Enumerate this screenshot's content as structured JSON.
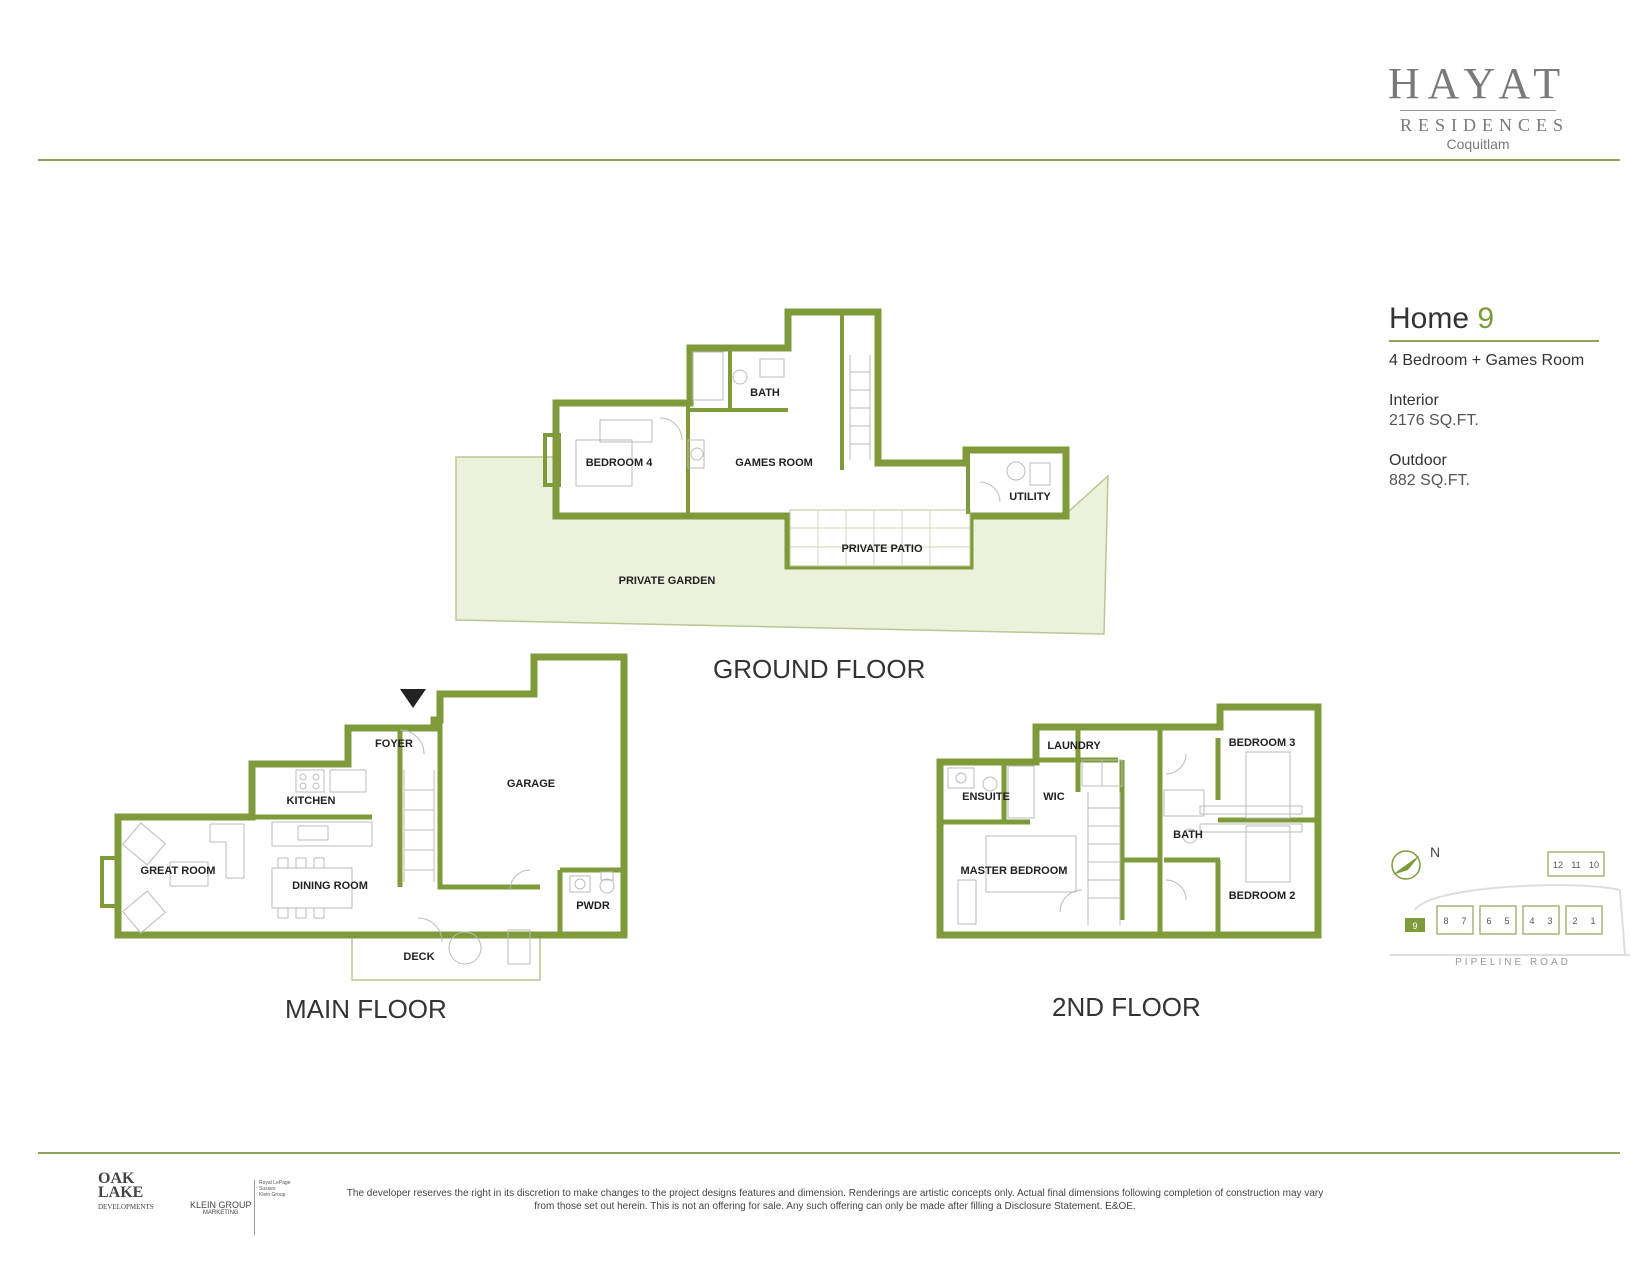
{
  "logo": {
    "line1": "HAYAT",
    "line2": "RESIDENCES",
    "line3": "Coquitlam"
  },
  "info": {
    "home_label": "Home",
    "home_number": "9",
    "subtitle": "4 Bedroom + Games Room",
    "interior_label": "Interior",
    "interior_value": "2176 SQ.FT.",
    "outdoor_label": "Outdoor",
    "outdoor_value": "882 SQ.FT."
  },
  "floors": {
    "ground": "GROUND FLOOR",
    "main": "MAIN FLOOR",
    "second": "2ND FLOOR"
  },
  "rooms": {
    "ground": {
      "bath": "BATH",
      "bedroom4": "BEDROOM 4",
      "games_room": "GAMES ROOM",
      "utility": "UTILITY",
      "private_patio": "PRIVATE PATIO",
      "private_garden": "PRIVATE GARDEN"
    },
    "main": {
      "foyer": "FOYER",
      "garage": "GARAGE",
      "kitchen": "KITCHEN",
      "great_room": "GREAT ROOM",
      "dining_room": "DINING ROOM",
      "pwdr": "PWDR",
      "deck": "DECK"
    },
    "second": {
      "laundry": "LAUNDRY",
      "bedroom3": "BEDROOM 3",
      "ensuite": "ENSUITE",
      "wic": "WIC",
      "bath": "BATH",
      "master_bedroom": "MASTER BEDROOM",
      "bedroom2": "BEDROOM 2"
    }
  },
  "keyplan": {
    "north": "N",
    "units_top": [
      "12",
      "11",
      "10"
    ],
    "units_bottom": [
      "9",
      "8",
      "7",
      "6",
      "5",
      "4",
      "3",
      "2",
      "1"
    ],
    "road": "PIPELINE ROAD"
  },
  "footer": {
    "disclaimer": "The developer reserves the right in its discretion to make changes to the project designs features and dimension.  Renderings are artistic concepts only. Actual final dimensions following completion of construction may vary from those set out herein. This is not an offering for sale. Any such offering can only be made after filling a Disclosure Statement. E&OE.",
    "brand1_a": "OAK",
    "brand1_b": "LAKE",
    "brand1_c": "DEVELOPMENTS",
    "brand2_a": "KLEIN GROUP",
    "brand2_b": "MARKETING",
    "brand3_a": "Royal LePage",
    "brand3_b": "Sussex",
    "brand3_c": "Klein Group"
  },
  "colors": {
    "wall": "#7f9a3a",
    "garden": "#ecf1dc",
    "rule": "#8fa35a"
  }
}
